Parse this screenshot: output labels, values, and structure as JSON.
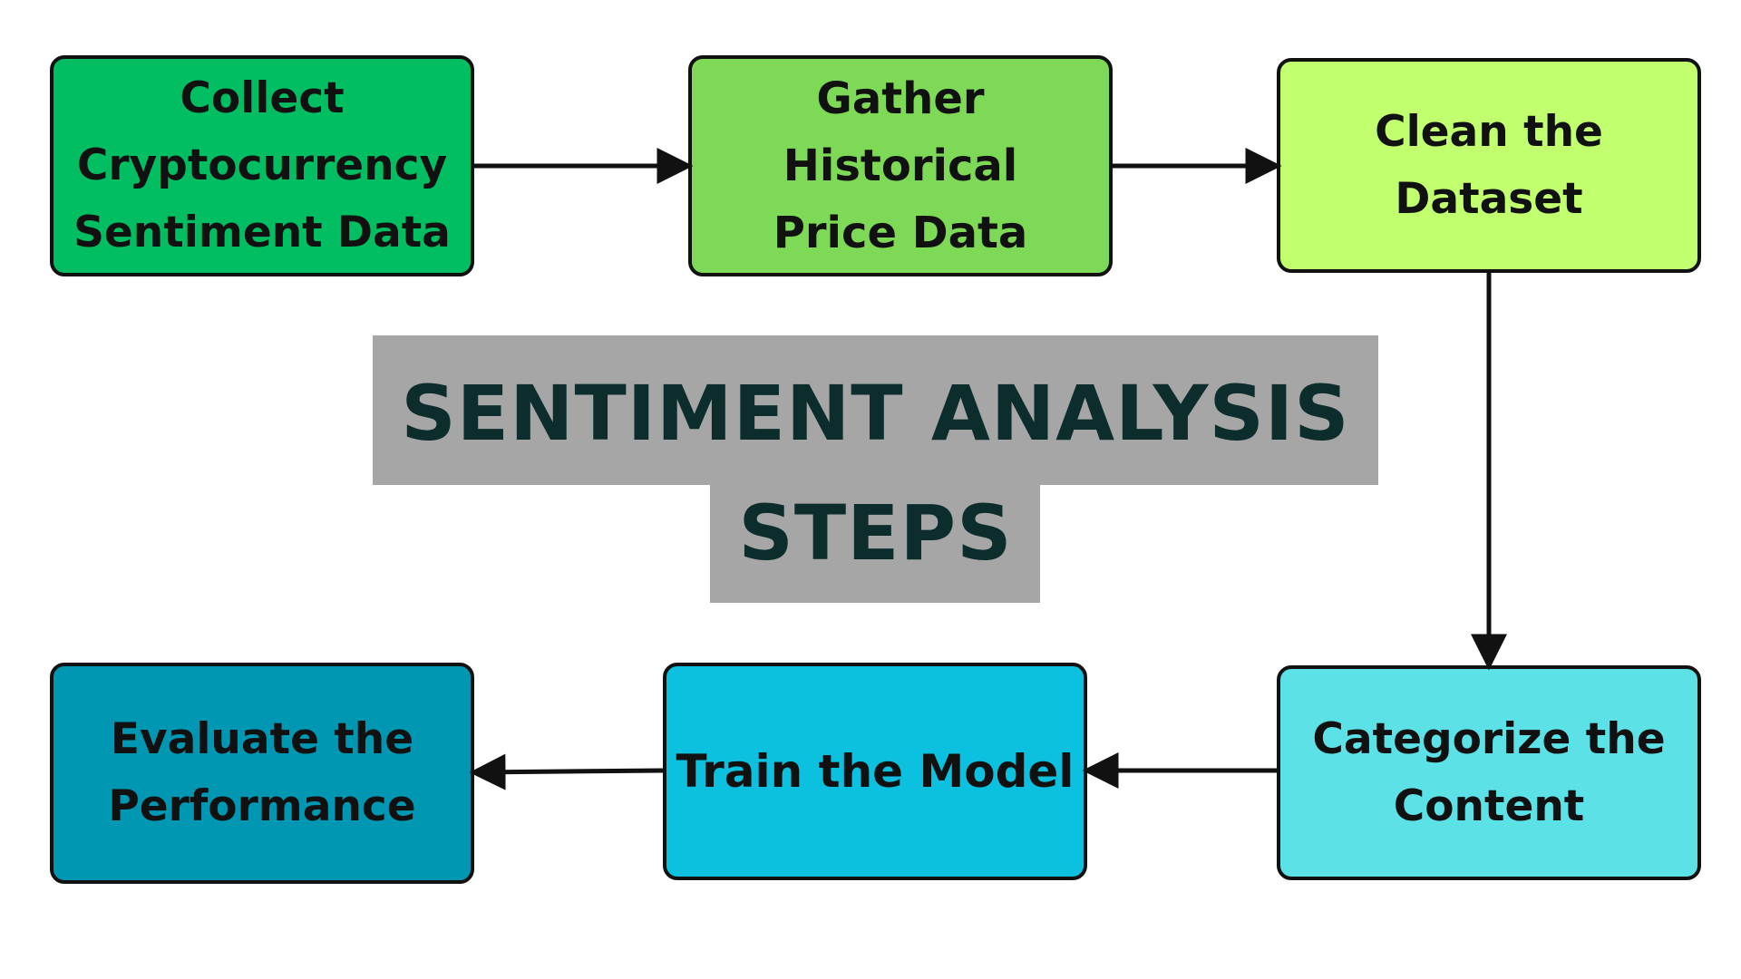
{
  "title": "SENTIMENT ANALYSIS\nSTEPS",
  "colors": {
    "step_1": "#02be62",
    "step_2": "#7ed957",
    "step_3": "#c2ff6e",
    "step_4": "#5ce1e6",
    "step_5": "#0cc0df",
    "step_6": "#0097b3",
    "title_band": "#a6a6a6",
    "title_text": "#0d2d2d",
    "border_and_arrows": "#111111"
  },
  "steps": [
    {
      "label": "Collect\nCryptocurrency\nSentiment Data"
    },
    {
      "label": "Gather Historical\nPrice Data"
    },
    {
      "label": "Clean the\nDataset"
    },
    {
      "label": "Categorize the\nContent"
    },
    {
      "label": "Train the Model"
    },
    {
      "label": "Evaluate the\nPerformance"
    }
  ],
  "flow": [
    {
      "from": 1,
      "to": 2
    },
    {
      "from": 2,
      "to": 3
    },
    {
      "from": 3,
      "to": 4
    },
    {
      "from": 4,
      "to": 5
    },
    {
      "from": 5,
      "to": 6
    }
  ]
}
